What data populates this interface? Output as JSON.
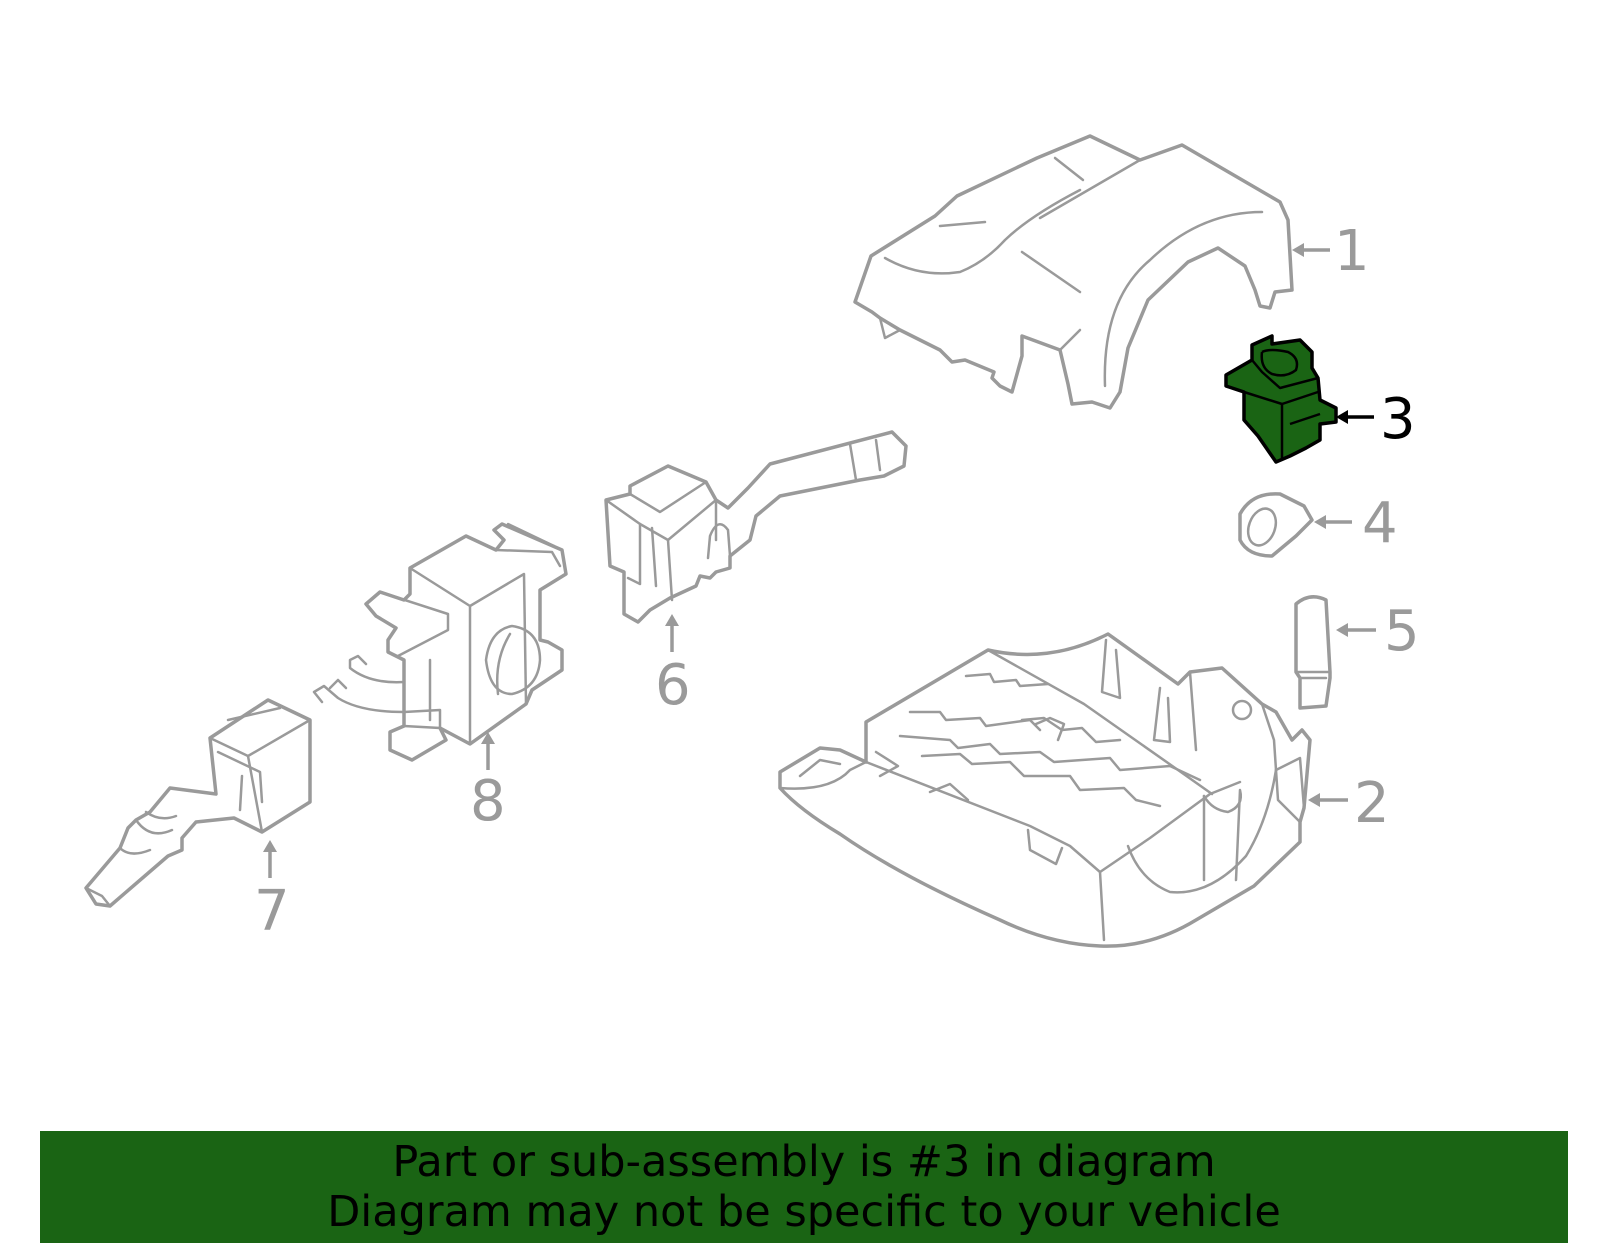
{
  "diagram": {
    "callouts": {
      "c1": "1",
      "c2": "2",
      "c3": "3",
      "c4": "4",
      "c5": "5",
      "c6": "6",
      "c7": "7",
      "c8": "8"
    },
    "highlighted_part": "3",
    "colors": {
      "highlight_fill": "#1a6414",
      "line": "#9a9a9a",
      "banner": "#1a6414"
    }
  },
  "banner": {
    "line1": "Part or sub-assembly is #3 in diagram",
    "line2": "Diagram may not be specific to your vehicle"
  }
}
